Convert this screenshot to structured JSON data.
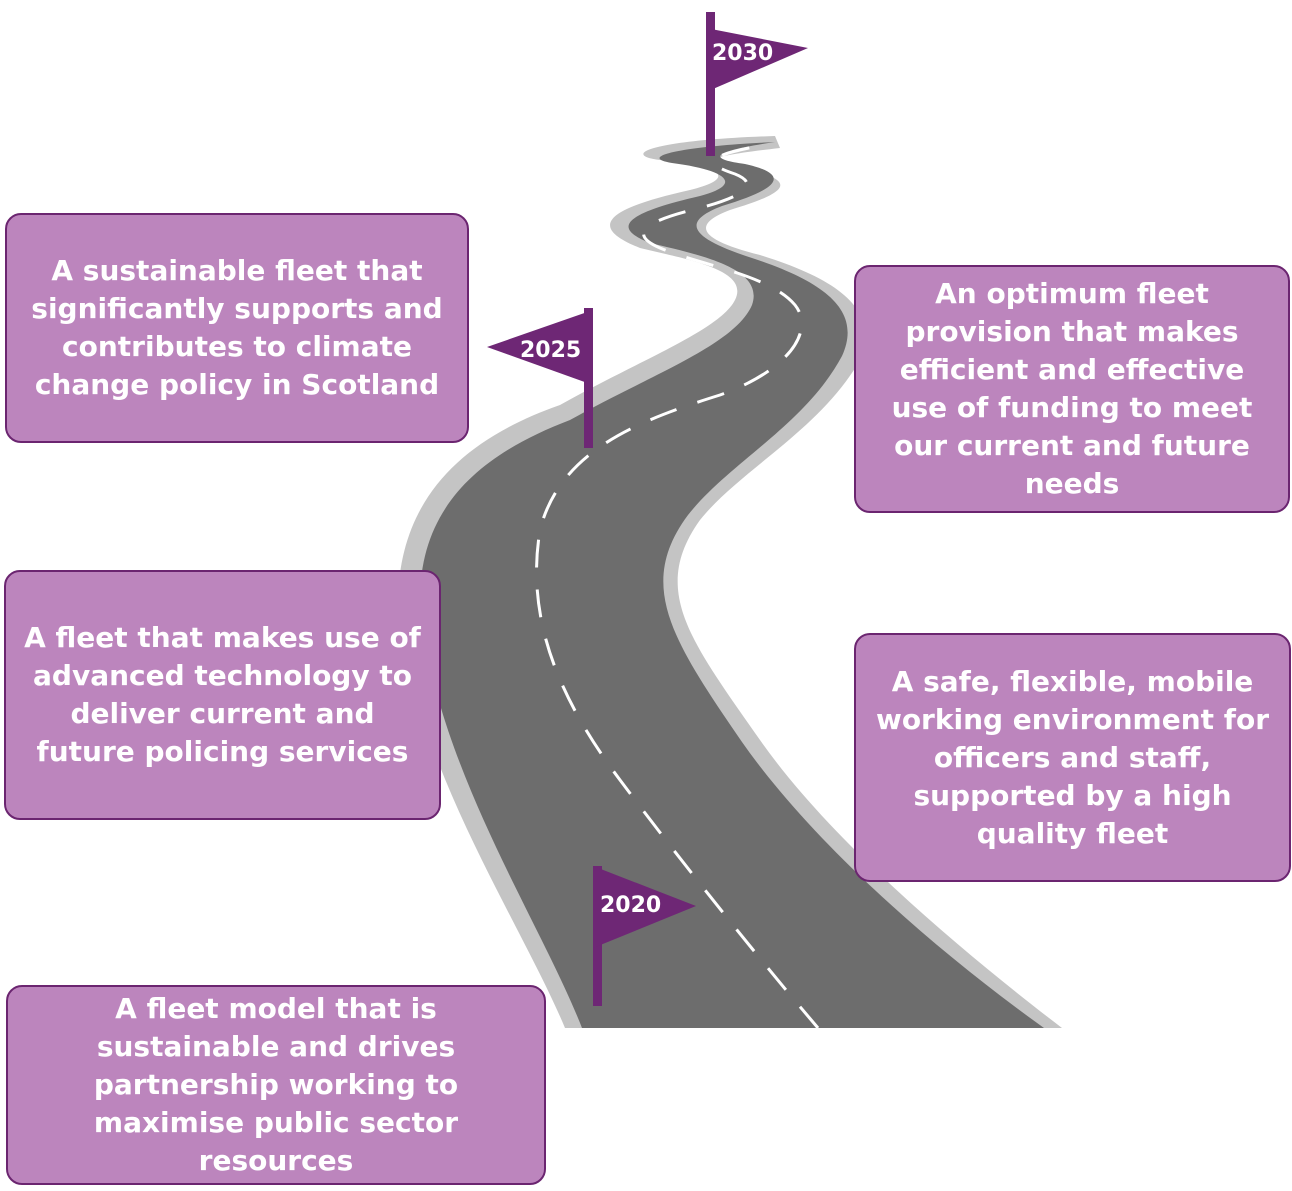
{
  "milestones": {
    "y2030": "2030",
    "y2025": "2025",
    "y2020": "2020"
  },
  "goals": {
    "top_left": "A sustainable fleet that significantly supports and contributes to climate change policy in Scotland",
    "top_right": "An optimum fleet provision that makes efficient and effective use of funding to meet our current and future needs",
    "middle_left": "A fleet that makes use of advanced technology to deliver current and future policing services",
    "middle_right": "A safe, flexible, mobile working environment for officers and staff, supported by a high quality fleet",
    "bottom_left": "A fleet model that is sustainable and drives partnership working to maximise public sector resources"
  },
  "colors": {
    "road": "#6d6d6d",
    "road_edge": "#c4c4c4",
    "lane_marking": "#ffffff",
    "flag": "#6e2775",
    "box_fill": "#bc85bd",
    "box_border": "#6b2570"
  }
}
